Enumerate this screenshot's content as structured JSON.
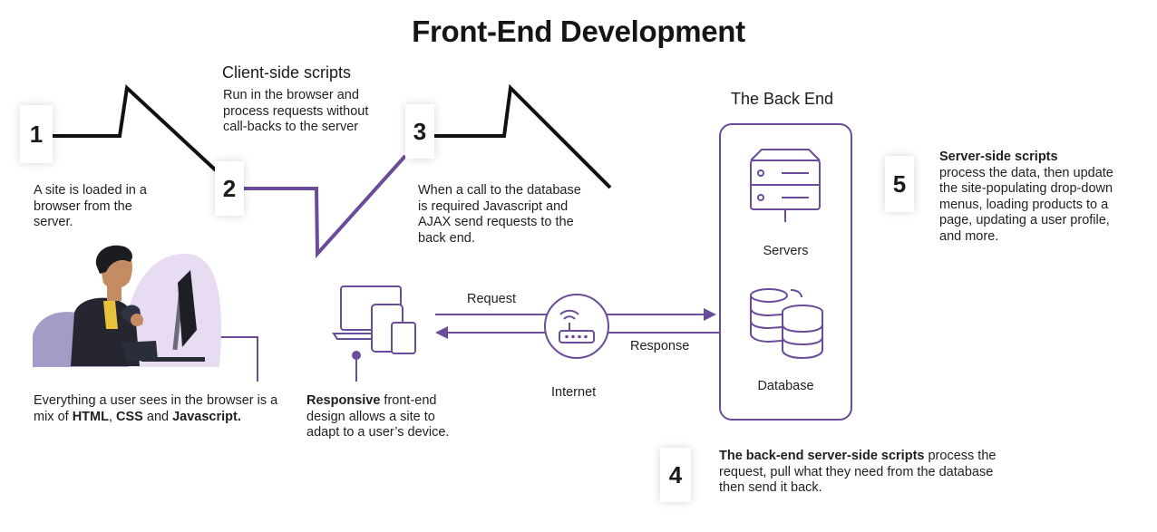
{
  "title": "Front-End Development",
  "client_side": {
    "heading": "Client-side scripts",
    "text": "Run in the browser and process requests without call-backs to the server"
  },
  "back_end_heading": "The Back End",
  "steps": [
    {
      "number": "1",
      "text": "A site is loaded in a browser from the server."
    },
    {
      "number": "2"
    },
    {
      "number": "3",
      "text": "When a call to the database is required Javascript and AJAX send requests to the back end."
    },
    {
      "number": "4",
      "text_bold": "The back-end server-side scripts",
      "text": " process the request, pull what they need from the database then send it back."
    },
    {
      "number": "5",
      "text_bold": "Server-side scripts",
      "text": "process the data, then update the site-populating drop-down menus, loading products to a page, updating a user profile, and more."
    }
  ],
  "user_note": {
    "prefix": "Everything a user sees in the browser is a mix of ",
    "html": "HTML",
    "sep1": ", ",
    "css": "CSS",
    "sep2": " and ",
    "js": "Javascript."
  },
  "responsive_note": {
    "bold": "Responsive",
    "text": " front-end design allows a site to adapt to a user’s device."
  },
  "flow": {
    "request": "Request",
    "response": "Response",
    "internet": "Internet",
    "servers": "Servers",
    "database": "Database"
  },
  "colors": {
    "accent": "#6b4c9a",
    "accent_light": "#d9cfe8",
    "dark_line": "#111111"
  }
}
